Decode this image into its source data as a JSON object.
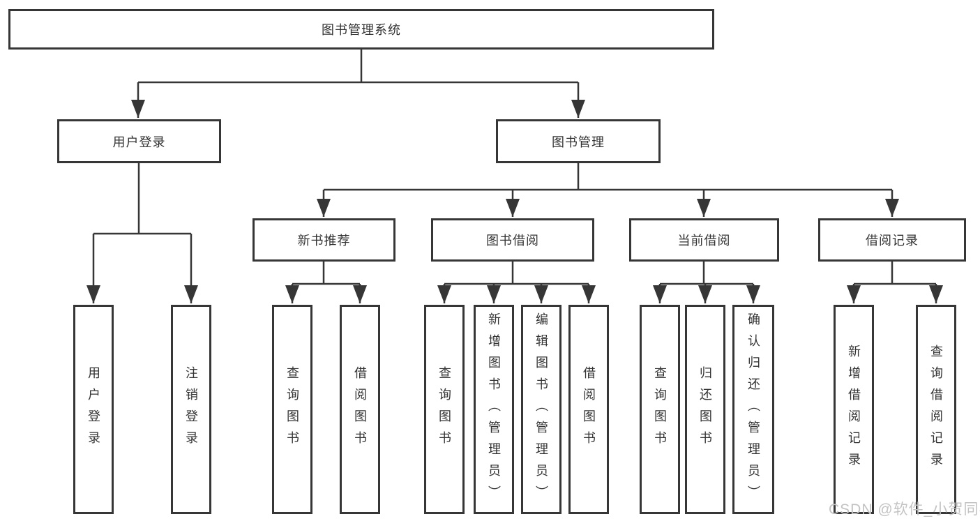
{
  "colors": {
    "line": "#363636",
    "box_border": "#363636",
    "text": "#333333",
    "watermark": "#c3c3c3",
    "background": "#ffffff"
  },
  "watermark": "CSDN @软件_小贺同学",
  "tree": {
    "root": "图书管理系统",
    "branches": [
      {
        "label": "用户登录",
        "children": [
          "用户登录",
          "注销登录"
        ]
      },
      {
        "label": "图书管理",
        "groups": [
          {
            "label": "新书推荐",
            "children": [
              "查询图书",
              "借阅图书"
            ]
          },
          {
            "label": "图书借阅",
            "children": [
              "查询图书",
              "新增图书（管理员）",
              "编辑图书（管理员）",
              "借阅图书"
            ]
          },
          {
            "label": "当前借阅",
            "children": [
              "查询图书",
              "归还图书",
              "确认归还（管理员）"
            ]
          },
          {
            "label": "借阅记录",
            "children": [
              "新增借阅记录",
              "查询借阅记录"
            ]
          }
        ]
      }
    ]
  }
}
